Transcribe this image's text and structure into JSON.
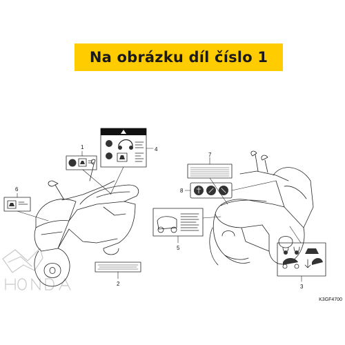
{
  "banner": {
    "text": "Na obrázku díl číslo 1",
    "color": "#ffcc00"
  },
  "callouts": [
    "1",
    "2",
    "3",
    "4",
    "5",
    "6",
    "7",
    "8"
  ],
  "watermark": "HONDA",
  "diagram_code": "K3GF4700"
}
